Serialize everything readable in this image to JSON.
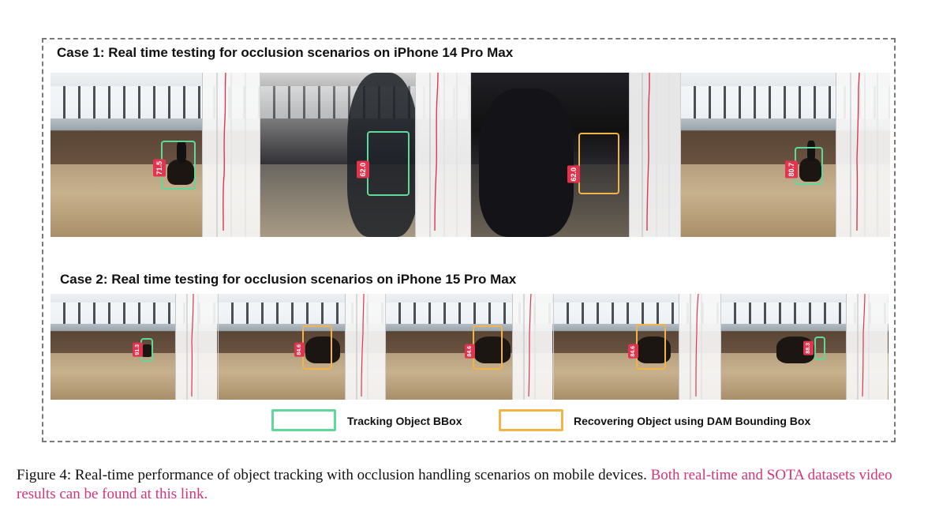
{
  "figure": {
    "case1_title": "Case 1: Real time testing for occlusion scenarios on iPhone 14 Pro Max",
    "case2_title": "Case 2: Real time testing for occlusion scenarios on iPhone 15 Pro Max",
    "case1_scores": [
      "71.5",
      "62.0",
      "62.0",
      "80.7"
    ],
    "case2_scores": [
      "91.3",
      "84.6",
      "84.6",
      "84.6",
      "88.3"
    ],
    "legend": {
      "tracking_label": "Tracking Object BBox",
      "recovering_label": "Recovering Object using DAM Bounding Box"
    },
    "colors": {
      "tracking": "#5fd89a",
      "recovering": "#f2b349",
      "score_badge": "#e2344e",
      "link": "#d6337a"
    }
  },
  "caption": {
    "text": "Figure 4: Real-time performance of object tracking with occlusion handling scenarios on mobile devices.",
    "link_text": "Both real-time and SOTA datasets video results can be found at this link."
  }
}
